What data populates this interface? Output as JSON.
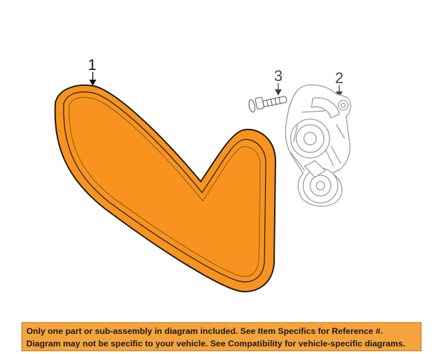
{
  "callouts": {
    "belt": "1",
    "tensioner": "2",
    "bolt": "3"
  },
  "parts": {
    "belt": {
      "fill_color": "#f7931e",
      "outline_color": "#1a1a1a"
    },
    "tensioner": {
      "line_color": "#9a9a9a"
    },
    "bolt": {
      "line_color": "#777777"
    }
  },
  "disclaimer": {
    "line1": "Only one part or sub-assembly in diagram included. See Item Specifics for Reference #.",
    "line2": "Diagram may not be specific to your vehicle. See Compatibility for vehicle-specific diagrams.",
    "background_color": "#f5a33d"
  }
}
